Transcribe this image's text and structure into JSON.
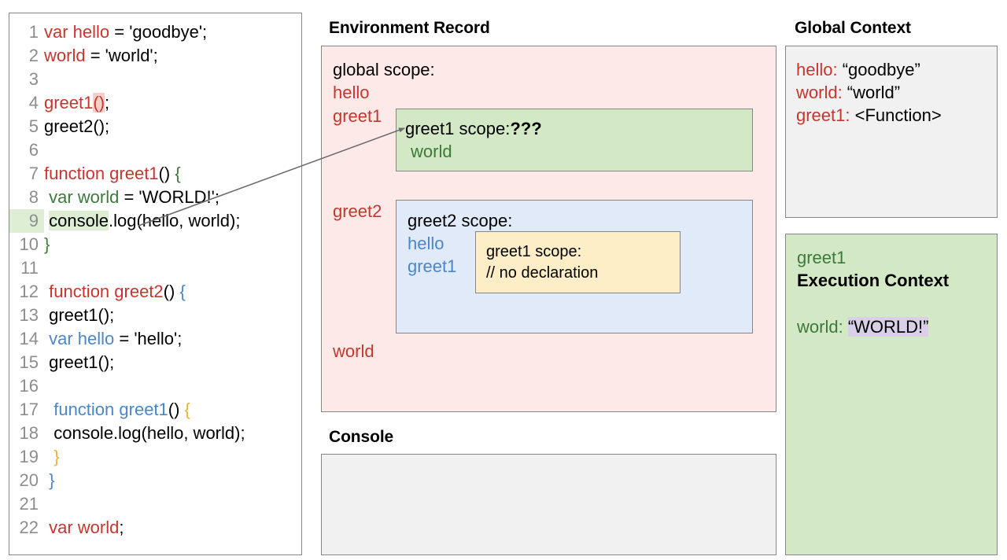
{
  "code_panel": {
    "lines": [
      {
        "n": "1",
        "tokens": [
          {
            "t": "var hello",
            "c": "red"
          },
          {
            "t": " = 'goodbye';",
            "c": "plain"
          }
        ]
      },
      {
        "n": "2",
        "tokens": [
          {
            "t": "world",
            "c": "red"
          },
          {
            "t": " = 'world';",
            "c": "plain"
          }
        ]
      },
      {
        "n": "3",
        "tokens": []
      },
      {
        "n": "4",
        "tokens": [
          {
            "t": "greet1",
            "c": "red"
          },
          {
            "t": "()",
            "c": "red hl-pink"
          },
          {
            "t": ";",
            "c": "plain"
          }
        ]
      },
      {
        "n": "5",
        "tokens": [
          {
            "t": "greet2();",
            "c": "plain"
          }
        ]
      },
      {
        "n": "6",
        "tokens": []
      },
      {
        "n": "7",
        "tokens": [
          {
            "t": "function greet1",
            "c": "red"
          },
          {
            "t": "() ",
            "c": "plain"
          },
          {
            "t": "{",
            "c": "green"
          }
        ]
      },
      {
        "n": "8",
        "tokens": [
          {
            "t": " var world",
            "c": "green"
          },
          {
            "t": " = 'WORLD!';",
            "c": "plain"
          }
        ]
      },
      {
        "n": "9",
        "tokens": [
          {
            "t": " ",
            "c": "plain"
          },
          {
            "t": "console",
            "c": "plain hl-green"
          },
          {
            "t": ".log(hello, world);",
            "c": "plain"
          }
        ],
        "ln_highlight": true
      },
      {
        "n": "10",
        "tokens": [
          {
            "t": "}",
            "c": "green"
          }
        ]
      },
      {
        "n": "11",
        "tokens": []
      },
      {
        "n": "12",
        "tokens": [
          {
            "t": " function greet2",
            "c": "red"
          },
          {
            "t": "() ",
            "c": "plain"
          },
          {
            "t": "{",
            "c": "blue"
          }
        ]
      },
      {
        "n": "13",
        "tokens": [
          {
            "t": " greet1();",
            "c": "plain"
          }
        ]
      },
      {
        "n": "14",
        "tokens": [
          {
            "t": " var hello",
            "c": "blue"
          },
          {
            "t": " = 'hello';",
            "c": "plain"
          }
        ]
      },
      {
        "n": "15",
        "tokens": [
          {
            "t": " greet1();",
            "c": "plain"
          }
        ]
      },
      {
        "n": "16",
        "tokens": []
      },
      {
        "n": "17",
        "tokens": [
          {
            "t": "  function greet1",
            "c": "blue"
          },
          {
            "t": "() ",
            "c": "plain"
          },
          {
            "t": "{",
            "c": "gold"
          }
        ]
      },
      {
        "n": "18",
        "tokens": [
          {
            "t": "  console.log(hello, world);",
            "c": "plain"
          }
        ]
      },
      {
        "n": "19",
        "tokens": [
          {
            "t": "  }",
            "c": "gold"
          }
        ]
      },
      {
        "n": "20",
        "tokens": [
          {
            "t": " }",
            "c": "blue"
          }
        ]
      },
      {
        "n": "21",
        "tokens": []
      },
      {
        "n": "22",
        "tokens": [
          {
            "t": " var world",
            "c": "red"
          },
          {
            "t": ";",
            "c": "plain"
          }
        ]
      }
    ]
  },
  "environment_record": {
    "title": "Environment Record",
    "global_scope_head": "global scope:",
    "global_bindings": {
      "hello": "hello",
      "greet1": "greet1",
      "greet2": "greet2",
      "world": "world"
    },
    "greet1_scope": {
      "head_label": "greet1 scope:",
      "head_marker": "???",
      "bindings": [
        "world"
      ]
    },
    "greet2_scope": {
      "head_label": "greet2 scope:",
      "bindings": [
        "hello",
        "greet1"
      ],
      "greet1_inner_scope": {
        "head_label": "greet1 scope:",
        "note": "// no declaration"
      }
    }
  },
  "console": {
    "title": "Console",
    "output": ""
  },
  "global_context": {
    "title": "Global Context",
    "entries": [
      {
        "key": "hello:",
        "value": " “goodbye”"
      },
      {
        "key": "world:",
        "value": " “world”"
      },
      {
        "key": "greet1:",
        "value": " <Function>"
      }
    ]
  },
  "execution_context": {
    "function_name": "greet1",
    "heading": "Execution Context",
    "variable_key": "world:",
    "variable_value": "“WORLD!”"
  },
  "colors": {
    "pink_panel": "#fdeae8",
    "green_box": "#d3e8c5",
    "blue_box": "#e1eaf9",
    "yellow_box": "#fdeec8",
    "gray_box": "#f1f1f1",
    "border": "#868686",
    "red_text": "#c6362f",
    "green_text": "#3b7a3b",
    "blue_text": "#4a86c8",
    "gold_text": "#e8b33a",
    "highlight_pink": "#f6cfcb",
    "highlight_green": "#ddeed4",
    "highlight_purple": "#d9cfe8"
  }
}
